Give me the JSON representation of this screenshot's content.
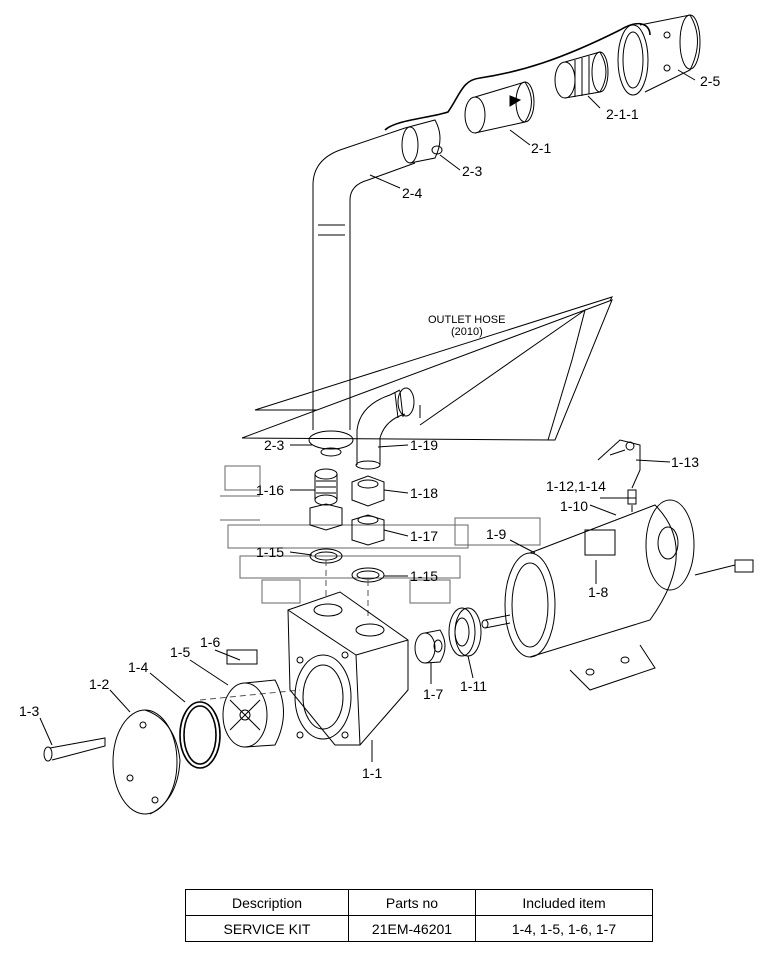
{
  "labels": {
    "p2_5": "2-5",
    "p2_1_1": "2-1-1",
    "p2_1": "2-1",
    "p2_3_top": "2-3",
    "p2_4": "2-4",
    "outlet_hose_line1": "OUTLET HOSE",
    "outlet_hose_line2": "(2010)",
    "p2_3_mid": "2-3",
    "p1_19": "1-19",
    "p1_13": "1-13",
    "p1_16": "1-16",
    "p1_18": "1-18",
    "p1_12_14": "1-12,1-14",
    "p1_10": "1-10",
    "p1_9": "1-9",
    "p1_17": "1-17",
    "p1_15_left": "1-15",
    "p1_15_right": "1-15",
    "p1_8": "1-8",
    "p1_6": "1-6",
    "p1_5": "1-5",
    "p1_4": "1-4",
    "p1_2": "1-2",
    "p1_3": "1-3",
    "p1_7": "1-7",
    "p1_11": "1-11",
    "p1_1": "1-1"
  },
  "service_table": {
    "headers": [
      "Description",
      "Parts no",
      "Included item"
    ],
    "rows": [
      [
        "SERVICE KIT",
        "21EM-46201",
        "1-4, 1-5, 1-6, 1-7"
      ]
    ]
  }
}
